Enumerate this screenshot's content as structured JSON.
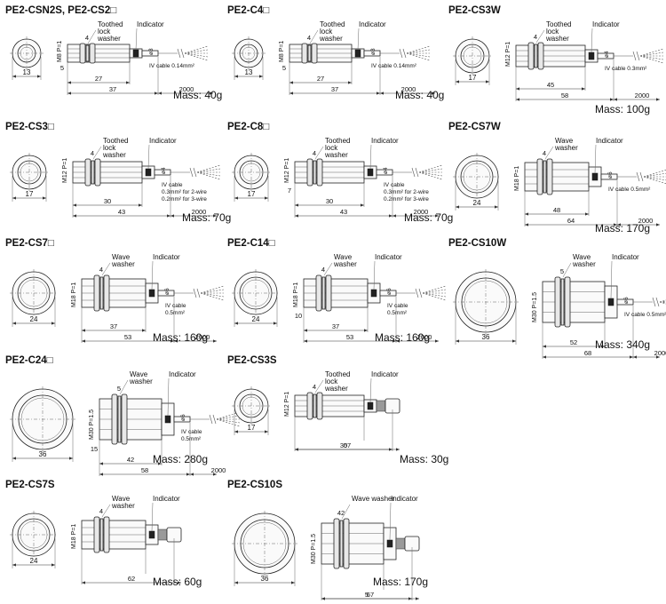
{
  "panels": [
    {
      "title": "PE2-CSN2S, PE2-CS2□",
      "mass": "Mass: 40g",
      "thread": "M8 P=1",
      "face": "13",
      "dims": [
        "4",
        "5",
        "27",
        "37",
        "2000"
      ],
      "notes": [
        "Toothed",
        "lock",
        "washer",
        "Indicator",
        "ø3",
        "IV cable 0.14mm²"
      ]
    },
    {
      "title": "PE2-C4□",
      "mass": "Mass: 40g",
      "thread": "M8 P=1",
      "face": "13",
      "dims": [
        "4",
        "5",
        "27",
        "37",
        "2000"
      ],
      "notes": [
        "Toothed",
        "lock",
        "washer",
        "Indicator",
        "ø3",
        "IV cable 0.14mm²"
      ]
    },
    {
      "title": "PE2-CS3W",
      "mass": "Mass: 100g",
      "thread": "M12 P=1",
      "face": "17",
      "dims": [
        "4",
        "45",
        "58",
        "2000"
      ],
      "notes": [
        "Toothed",
        "lock",
        "washer",
        "Indicator",
        "ø4",
        "IV cable 0.3mm²"
      ]
    },
    {
      "title": "PE2-CS3□",
      "mass": "Mass: 70g",
      "thread": "M12 P=1",
      "face": "17",
      "dims": [
        "4",
        "30",
        "43",
        "2000"
      ],
      "notes": [
        "Toothed",
        "lock",
        "washer",
        "Indicator",
        "ø4",
        "IV cable",
        "0.3mm² for 2-wire",
        "0.2mm² for 3-wire"
      ]
    },
    {
      "title": "PE2-C8□",
      "mass": "Mass: 70g",
      "thread": "M12 P=1",
      "face": "17",
      "dims": [
        "4",
        "7",
        "30",
        "43",
        "2000"
      ],
      "notes": [
        "Toothed",
        "lock",
        "washer",
        "Indicator",
        "ø4",
        "IV cable",
        "0.3mm² for 2-wire",
        "0.2mm² for 3-wire"
      ]
    },
    {
      "title": "PE2-CS7W",
      "mass": "Mass: 170g",
      "thread": "M18 P=1",
      "face": "24",
      "dims": [
        "4",
        "48",
        "64",
        "2000"
      ],
      "notes": [
        "Wave",
        "washer",
        "Indicator",
        "ø6",
        "IV cable 0.5mm²"
      ]
    },
    {
      "title": "PE2-CS7□",
      "mass": "Mass: 160g",
      "thread": "M18 P=1",
      "face": "24",
      "dims": [
        "4",
        "37",
        "53",
        "2000"
      ],
      "notes": [
        "Wave",
        "washer",
        "Indicator",
        "ø6",
        "IV cable",
        "0.5mm²"
      ]
    },
    {
      "title": "PE2-C14□",
      "mass": "Mass: 160g",
      "thread": "M18 P=1",
      "face": "24",
      "dims": [
        "4",
        "10",
        "37",
        "53",
        "2000"
      ],
      "notes": [
        "Wave",
        "washer",
        "Indicator",
        "ø6",
        "IV cable",
        "0.5mm²"
      ]
    },
    {
      "title": "PE2-CS10W",
      "mass": "Mass: 340g",
      "thread": "M30 P=1.5",
      "face": "36",
      "dims": [
        "5",
        "52",
        "68",
        "2000"
      ],
      "notes": [
        "Wave",
        "washer",
        "Indicator",
        "ø6",
        "IV cable 0.5mm²"
      ]
    },
    {
      "title": "PE2-C24□",
      "mass": "Mass: 280g",
      "thread": "M30 P=1.5",
      "face": "36",
      "dims": [
        "5",
        "15",
        "42",
        "58",
        "2000"
      ],
      "notes": [
        "Wave",
        "washer",
        "Indicator",
        "ø6",
        "IV cable",
        "0.5mm²"
      ]
    },
    {
      "title": "PE2-CS3S",
      "mass": "Mass: 30g",
      "thread": "M12 P=1",
      "face": "17",
      "dims": [
        "4",
        "30",
        "57"
      ],
      "notes": [
        "Toothed",
        "lock",
        "washer",
        "Indicator"
      ]
    },
    {
      "title": "PE2-CS7S",
      "mass": "Mass: 60g",
      "thread": "M18 P=1",
      "face": "24",
      "dims": [
        "4",
        "62"
      ],
      "notes": [
        "Wave",
        "washer",
        "Indicator"
      ]
    },
    {
      "title": "PE2-CS10S",
      "mass": "Mass: 170g",
      "thread": "M30 P=1.5",
      "face": "36",
      "dims": [
        "42",
        "5",
        "67"
      ],
      "notes": [
        "Wave washer",
        "Indicator"
      ]
    }
  ]
}
